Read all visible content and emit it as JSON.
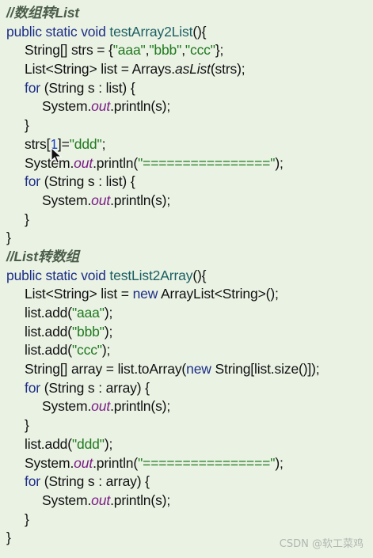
{
  "code": {
    "lines": [
      {
        "indent": 0,
        "tokens": [
          {
            "t": "//数组转List",
            "c": "comment"
          }
        ]
      },
      {
        "indent": 0,
        "tokens": [
          {
            "t": "public static void ",
            "c": "kw"
          },
          {
            "t": "testArray2List",
            "c": "name-decl"
          },
          {
            "t": "(){",
            "c": "plain"
          }
        ]
      },
      {
        "indent": 1,
        "tokens": [
          {
            "t": "String[] strs = {",
            "c": "plain"
          },
          {
            "t": "\"aaa\"",
            "c": "str"
          },
          {
            "t": ",",
            "c": "plain"
          },
          {
            "t": "\"bbb\"",
            "c": "str"
          },
          {
            "t": ",",
            "c": "plain"
          },
          {
            "t": "\"ccc\"",
            "c": "str"
          },
          {
            "t": "};",
            "c": "plain"
          }
        ]
      },
      {
        "indent": 1,
        "tokens": [
          {
            "t": "List<String> list = Arrays.",
            "c": "plain"
          },
          {
            "t": "asList",
            "c": "method-i"
          },
          {
            "t": "(strs);",
            "c": "plain"
          }
        ]
      },
      {
        "indent": 1,
        "tokens": [
          {
            "t": "for",
            "c": "kw"
          },
          {
            "t": " (String s : list) {",
            "c": "plain"
          }
        ]
      },
      {
        "indent": 2,
        "tokens": [
          {
            "t": "System.",
            "c": "plain"
          },
          {
            "t": "out",
            "c": "field"
          },
          {
            "t": ".println(s);",
            "c": "plain"
          }
        ]
      },
      {
        "indent": 1,
        "tokens": [
          {
            "t": "}",
            "c": "plain"
          }
        ]
      },
      {
        "indent": 1,
        "tokens": [
          {
            "t": "strs[",
            "c": "plain"
          },
          {
            "t": "1",
            "c": "num"
          },
          {
            "t": "]=",
            "c": "plain"
          },
          {
            "t": "\"ddd\"",
            "c": "str"
          },
          {
            "t": ";",
            "c": "plain"
          }
        ]
      },
      {
        "indent": 1,
        "tokens": [
          {
            "t": "System.",
            "c": "plain"
          },
          {
            "t": "out",
            "c": "field"
          },
          {
            "t": ".println(",
            "c": "plain"
          },
          {
            "t": "\"================\"",
            "c": "str"
          },
          {
            "t": ");",
            "c": "plain"
          }
        ]
      },
      {
        "indent": 1,
        "tokens": [
          {
            "t": "for",
            "c": "kw"
          },
          {
            "t": " (String s : list) {",
            "c": "plain"
          }
        ]
      },
      {
        "indent": 2,
        "tokens": [
          {
            "t": "System.",
            "c": "plain"
          },
          {
            "t": "out",
            "c": "field"
          },
          {
            "t": ".println(s);",
            "c": "plain"
          }
        ]
      },
      {
        "indent": 1,
        "tokens": [
          {
            "t": "}",
            "c": "plain"
          }
        ]
      },
      {
        "indent": 0,
        "tokens": [
          {
            "t": "}",
            "c": "plain"
          }
        ]
      },
      {
        "indent": 0,
        "tokens": [
          {
            "t": "//List转数组",
            "c": "comment"
          }
        ]
      },
      {
        "indent": 0,
        "tokens": [
          {
            "t": "public static void ",
            "c": "kw"
          },
          {
            "t": "testList2Array",
            "c": "name-decl"
          },
          {
            "t": "(){",
            "c": "plain"
          }
        ]
      },
      {
        "indent": 1,
        "tokens": [
          {
            "t": "List<String> list = ",
            "c": "plain"
          },
          {
            "t": "new",
            "c": "kw"
          },
          {
            "t": " ArrayList<String>();",
            "c": "plain"
          }
        ]
      },
      {
        "indent": 1,
        "tokens": [
          {
            "t": "list.add(",
            "c": "plain"
          },
          {
            "t": "\"aaa\"",
            "c": "str"
          },
          {
            "t": ");",
            "c": "plain"
          }
        ]
      },
      {
        "indent": 1,
        "tokens": [
          {
            "t": "list.add(",
            "c": "plain"
          },
          {
            "t": "\"bbb\"",
            "c": "str"
          },
          {
            "t": ");",
            "c": "plain"
          }
        ]
      },
      {
        "indent": 1,
        "tokens": [
          {
            "t": "list.add(",
            "c": "plain"
          },
          {
            "t": "\"ccc\"",
            "c": "str"
          },
          {
            "t": ");",
            "c": "plain"
          }
        ]
      },
      {
        "indent": 1,
        "tokens": [
          {
            "t": "String[] array = list.toArray(",
            "c": "plain"
          },
          {
            "t": "new",
            "c": "kw"
          },
          {
            "t": " String[list.size()]);",
            "c": "plain"
          }
        ]
      },
      {
        "indent": 1,
        "tokens": [
          {
            "t": "for",
            "c": "kw"
          },
          {
            "t": " (String s : array) {",
            "c": "plain"
          }
        ]
      },
      {
        "indent": 2,
        "tokens": [
          {
            "t": "System.",
            "c": "plain"
          },
          {
            "t": "out",
            "c": "field"
          },
          {
            "t": ".println(s);",
            "c": "plain"
          }
        ]
      },
      {
        "indent": 1,
        "tokens": [
          {
            "t": "}",
            "c": "plain"
          }
        ]
      },
      {
        "indent": 1,
        "tokens": [
          {
            "t": "list.add(",
            "c": "plain"
          },
          {
            "t": "\"ddd\"",
            "c": "str"
          },
          {
            "t": ");",
            "c": "plain"
          }
        ]
      },
      {
        "indent": 1,
        "tokens": [
          {
            "t": "System.",
            "c": "plain"
          },
          {
            "t": "out",
            "c": "field"
          },
          {
            "t": ".println(",
            "c": "plain"
          },
          {
            "t": "\"================\"",
            "c": "str"
          },
          {
            "t": ");",
            "c": "plain"
          }
        ]
      },
      {
        "indent": 1,
        "tokens": [
          {
            "t": "for",
            "c": "kw"
          },
          {
            "t": " (String s : array) {",
            "c": "plain"
          }
        ]
      },
      {
        "indent": 2,
        "tokens": [
          {
            "t": "System.",
            "c": "plain"
          },
          {
            "t": "out",
            "c": "field"
          },
          {
            "t": ".println(s);",
            "c": "plain"
          }
        ]
      },
      {
        "indent": 1,
        "tokens": [
          {
            "t": "}",
            "c": "plain"
          }
        ]
      },
      {
        "indent": 0,
        "tokens": [
          {
            "t": "}",
            "c": "plain"
          }
        ]
      }
    ]
  },
  "watermark": "CSDN @软工菜鸡",
  "colors": {
    "background": "#eaf2e4",
    "keyword": "#1c2e86",
    "string": "#1f7a1f",
    "number": "#2040c0",
    "field": "#7a1b84",
    "comment": "#4b5d4b",
    "method_name": "#1a5f63"
  },
  "icons": {
    "cursor": "mouse-pointer-icon"
  }
}
